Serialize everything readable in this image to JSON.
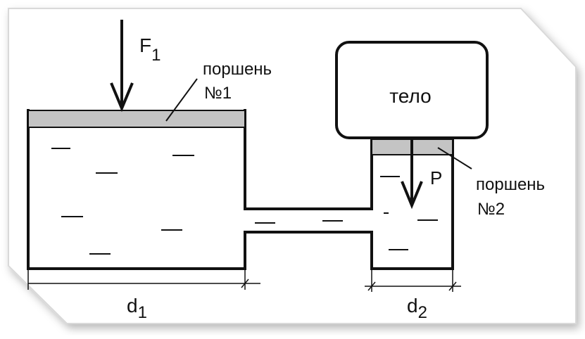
{
  "diagram": {
    "force_main": "F",
    "force_sub": "1",
    "piston1_line1": "поршень",
    "piston1_line2": "№1",
    "body_label": "тело",
    "weight_label": "P",
    "piston2_line1": "поршень",
    "piston2_line2": "№2",
    "dim1_main": "d",
    "dim1_sub": "1",
    "dim2_main": "d",
    "dim2_sub": "2"
  },
  "colors": {
    "stroke": "#111111",
    "piston_fill": "#c4c4c4",
    "frame_border": "#d9d9d9",
    "background": "#ffffff"
  }
}
